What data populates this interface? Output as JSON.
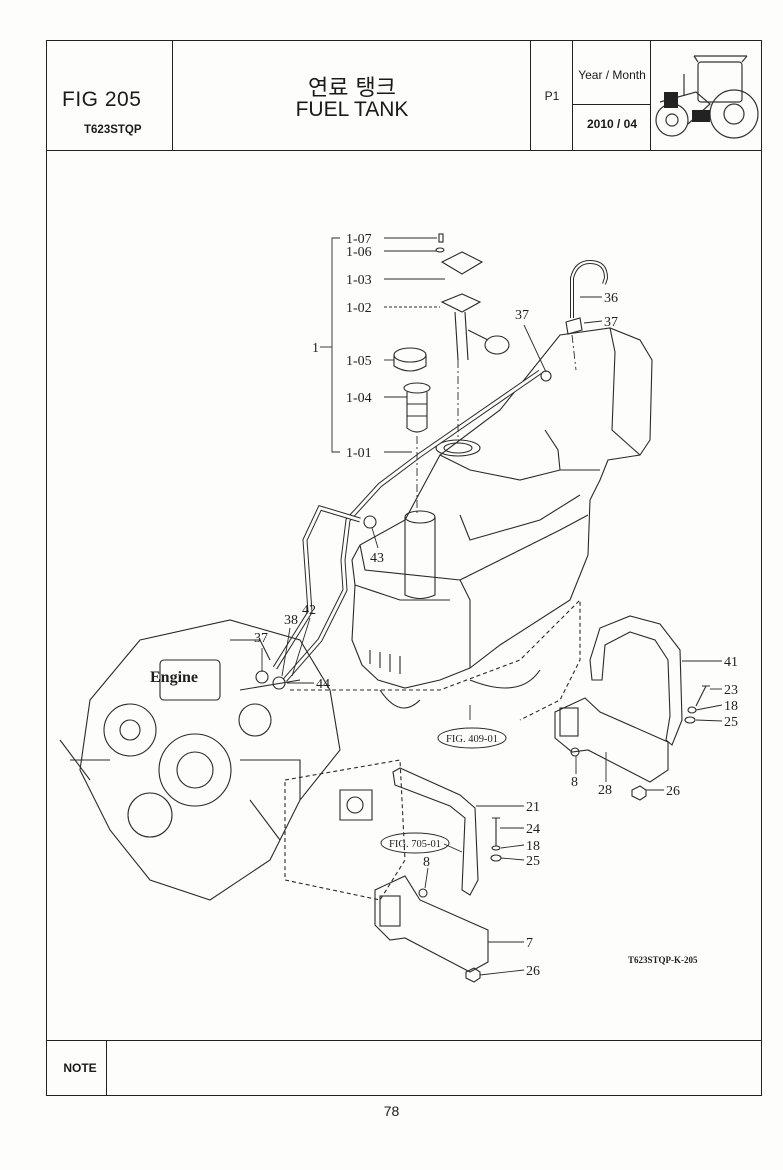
{
  "header": {
    "fig_number": "FIG 205",
    "model_code": "T623STQP",
    "title_korean": "연료 탱크",
    "title_english": "FUEL TANK",
    "page_tag": "P1",
    "year_month_label": "Year / Month",
    "year_month_value": "2010 / 04"
  },
  "diagram": {
    "part_labels": {
      "l107": "1-07",
      "l106": "1-06",
      "l103": "1-03",
      "l102": "1-02",
      "l1": "1",
      "l105": "1-05",
      "l104": "1-04",
      "l101": "1-01",
      "l36": "36",
      "l37a": "37",
      "l37b": "37",
      "l43": "43",
      "l38": "38",
      "l42": "42",
      "l37c": "37",
      "l44": "44",
      "l41": "41",
      "l23": "23",
      "l18a": "18",
      "l25a": "25",
      "l8a": "8",
      "l28": "28",
      "l26a": "26",
      "l21": "21",
      "l24": "24",
      "l18b": "18",
      "l25b": "25",
      "l8b": "8",
      "l7": "7",
      "l26b": "26"
    },
    "engine_label": "Engine",
    "ref_fig_409": "FIG. 409-01",
    "ref_fig_705": "FIG. 705-01",
    "drawing_code": "T623STQP-K-205"
  },
  "footer": {
    "note_label": "NOTE",
    "page_number": "78"
  }
}
